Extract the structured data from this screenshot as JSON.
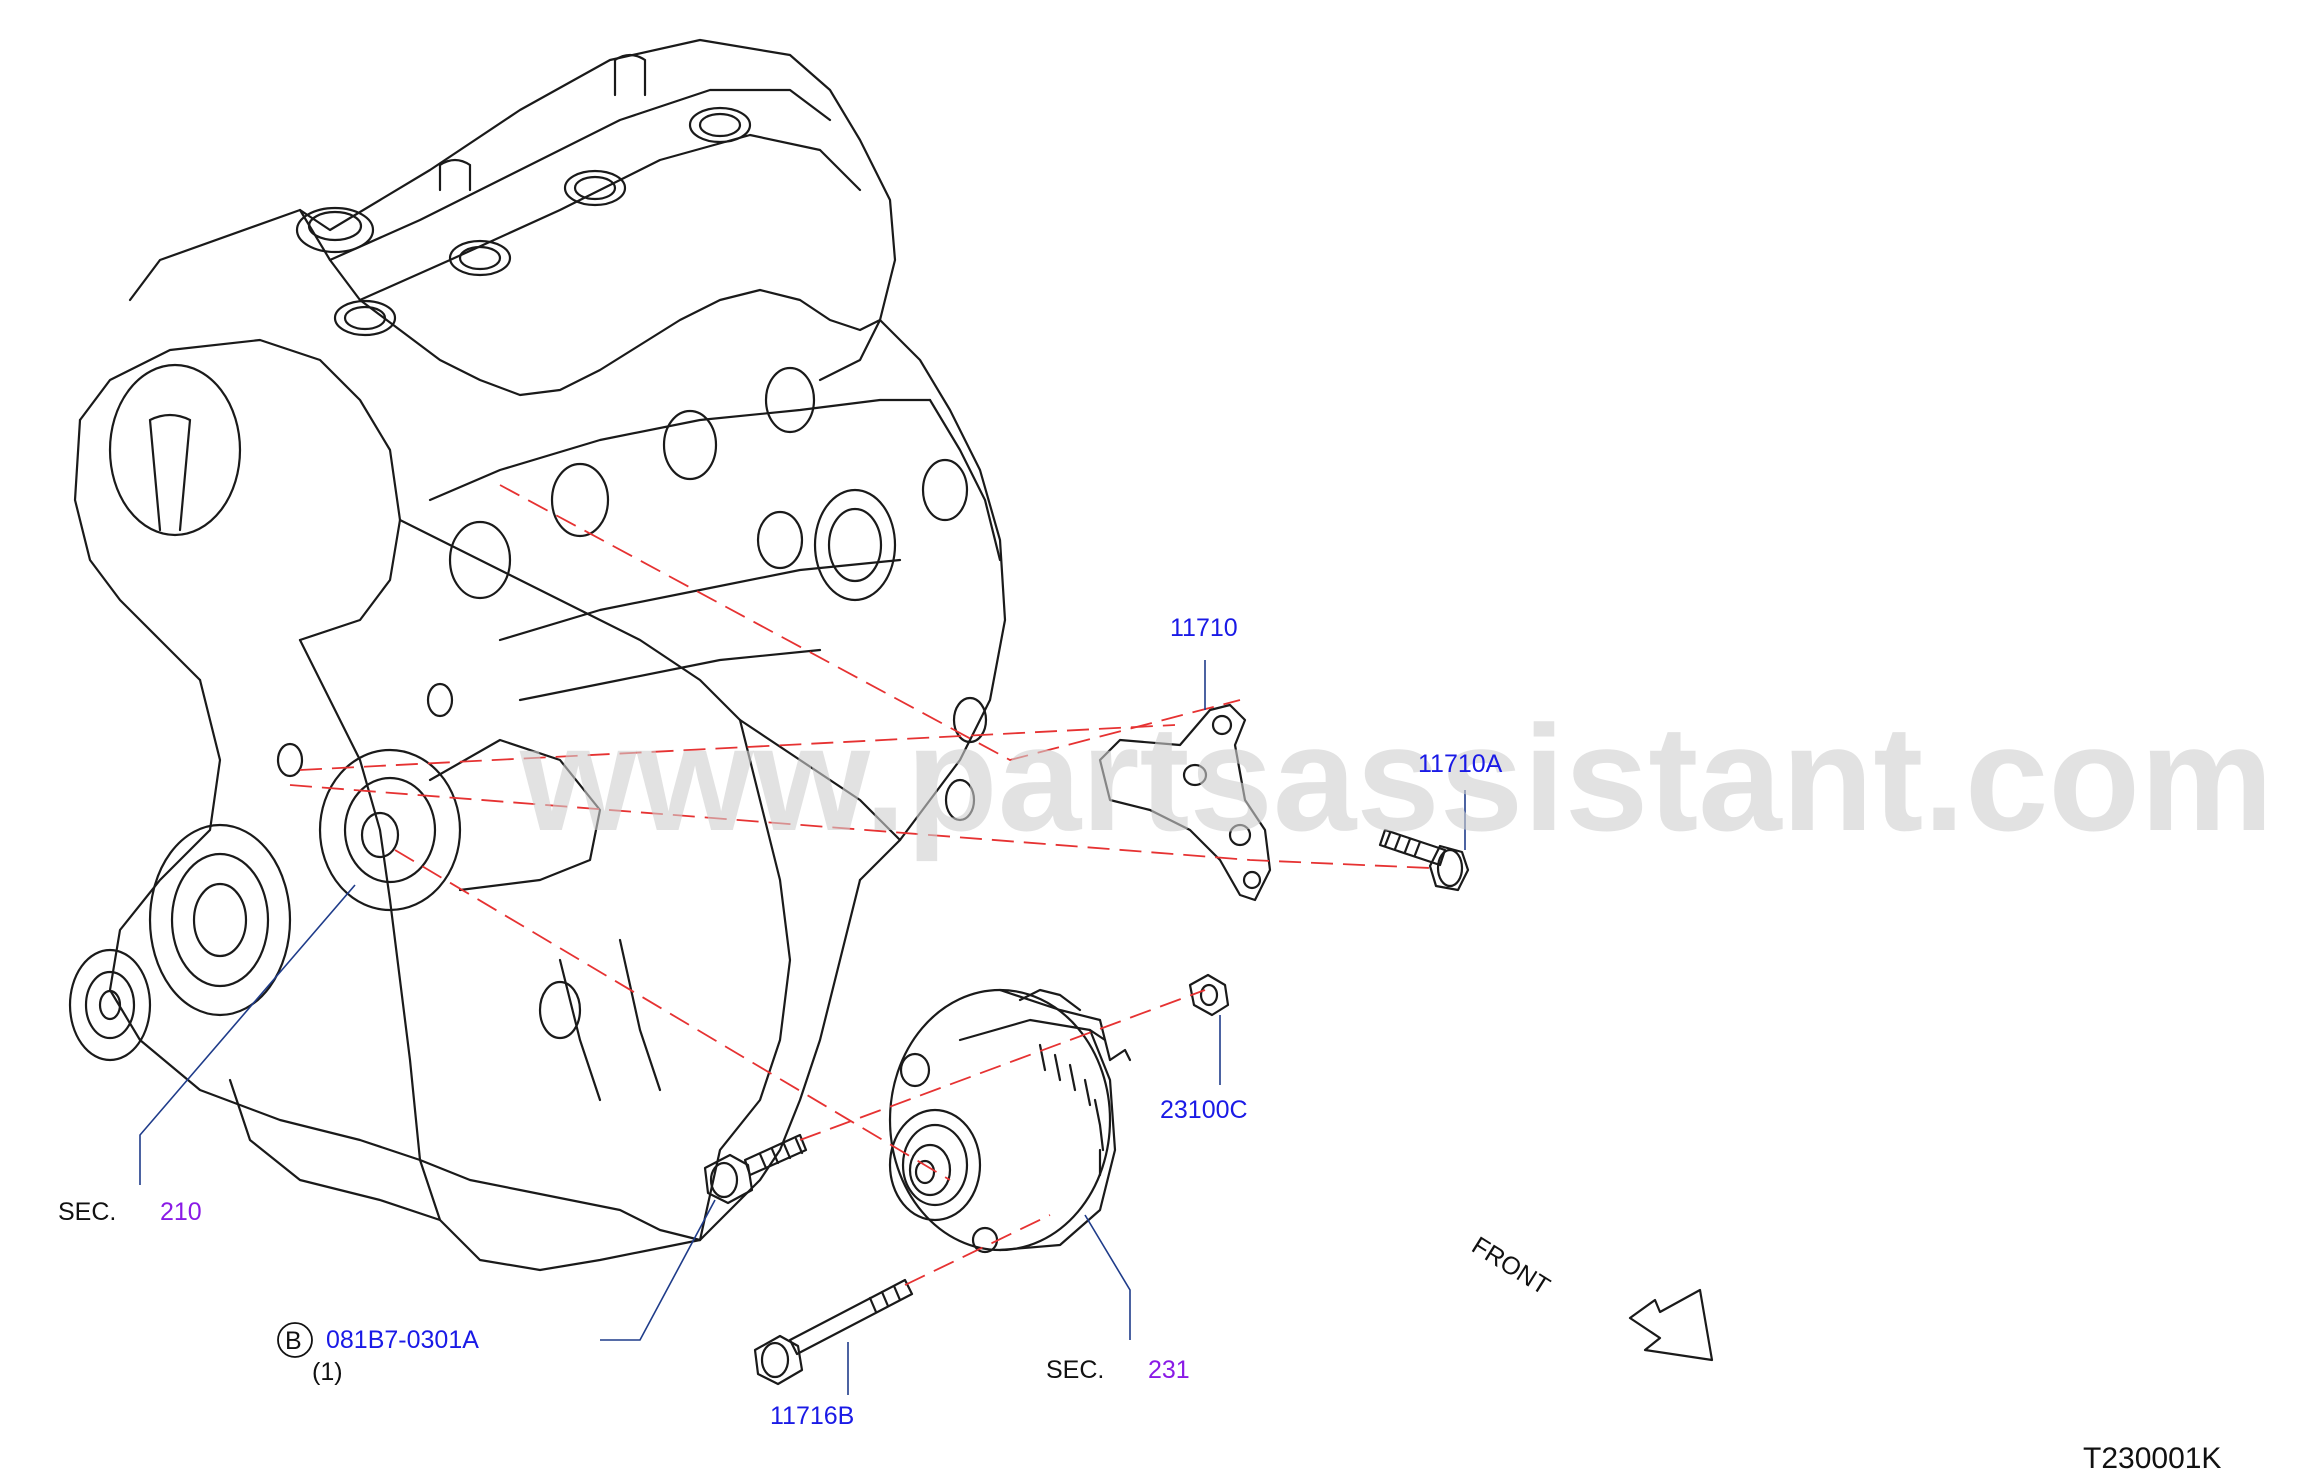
{
  "watermark": "www.partsassistant.com",
  "diagram_code": "T230001K",
  "front_label": "FRONT",
  "callouts": {
    "bracket": "11710",
    "bracket_bolt": "11710A",
    "nut": "23100C",
    "bolt_b_circle": "B",
    "bolt_b": "081B7-0301A",
    "bolt_b_qty": "(1)",
    "long_bolt": "11716B",
    "sec_prefix_1": "SEC.",
    "sec_ref_1": "210",
    "sec_prefix_2": "SEC.",
    "sec_ref_2": "231"
  },
  "colors": {
    "part_number": "#1a1ae6",
    "section_ref": "#8a1ae6",
    "guide_line": "#e63232",
    "leader_line": "#1f3c8a"
  }
}
